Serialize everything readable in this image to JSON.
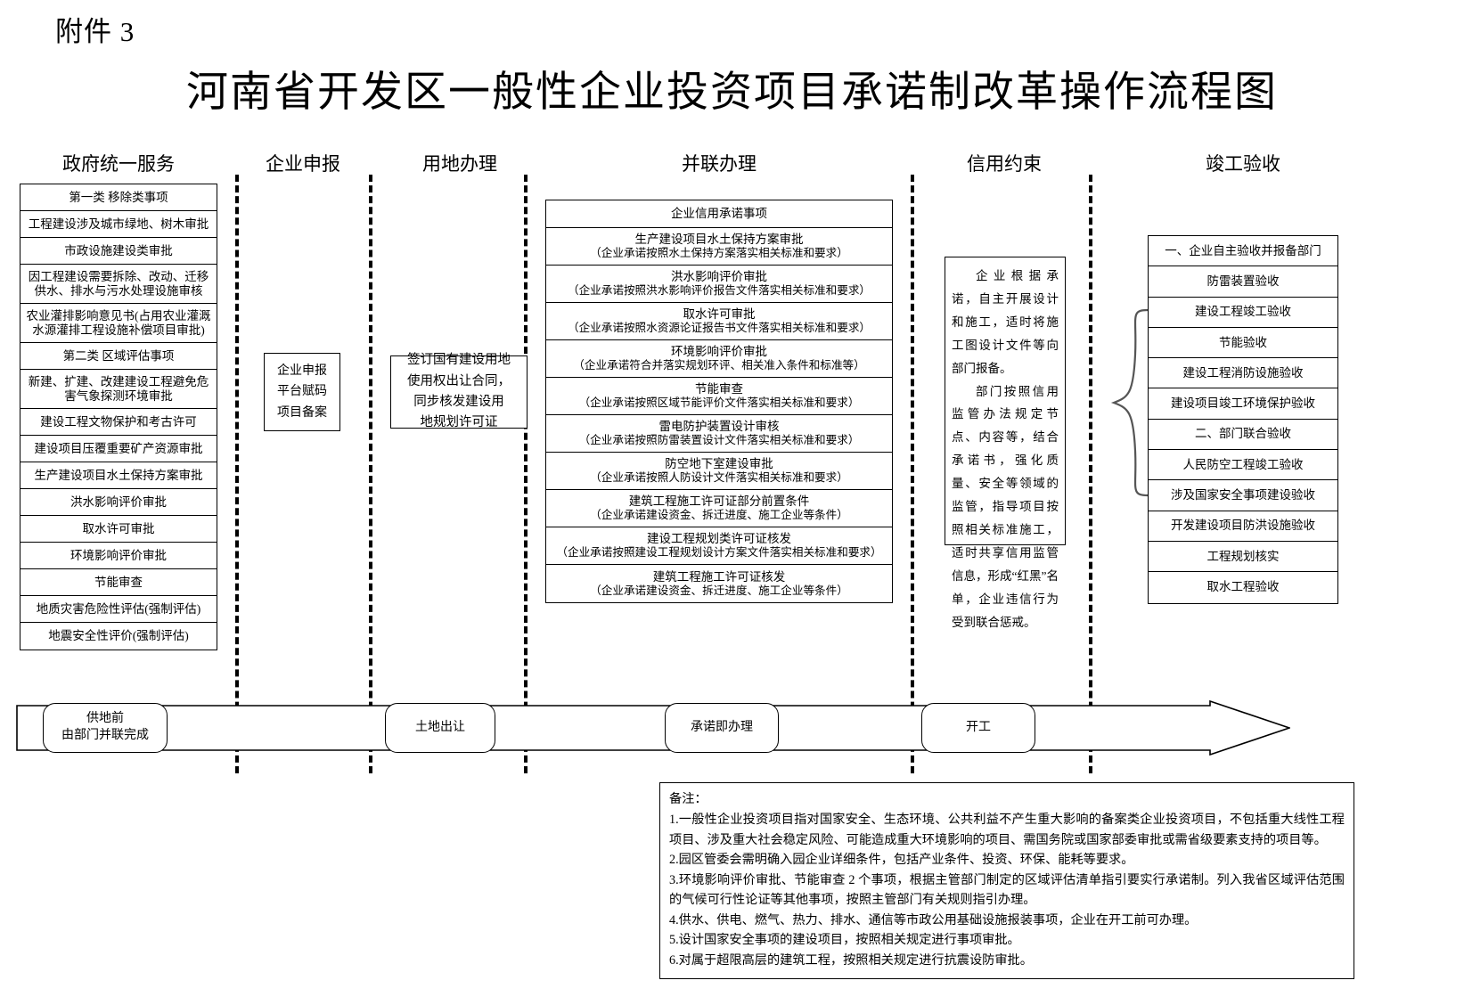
{
  "attachment_label": "附件 3",
  "title": "河南省开发区一般性企业投资项目承诺制改革操作流程图",
  "columns": {
    "gov_service": "政府统一服务",
    "enterprise_declare": "企业申报",
    "land_handling": "用地办理",
    "parallel_handling": "并联办理",
    "credit_constraint": "信用约束",
    "completion_acceptance": "竣工验收"
  },
  "gov_service_items": [
    "第一类  移除类事项",
    "工程建设涉及城市绿地、树木审批",
    "市政设施建设类审批",
    "因工程建设需要拆除、改动、迁移供水、排水与污水处理设施审核",
    "农业灌排影响意见书(占用农业灌溉水源灌排工程设施补偿项目审批)",
    "第二类  区域评估事项",
    "新建、扩建、改建建设工程避免危害气象探测环境审批",
    "建设工程文物保护和考古许可",
    "建设项目压覆重要矿产资源审批",
    "生产建设项目水土保持方案审批",
    "洪水影响评价审批",
    "取水许可审批",
    "环境影响评价审批",
    "节能审查",
    "地质灾害危险性评估(强制评估)",
    "地震安全性评价(强制评估)"
  ],
  "enterprise_declare_lines": [
    "企业申报",
    "平台赋码",
    "项目备案"
  ],
  "land_handling_lines": [
    "签订国有建设用地",
    "使用权出让合同，",
    "同步核发建设用",
    "地规划许可证"
  ],
  "parallel_items": [
    {
      "title": "企业信用承诺事项",
      "sub": ""
    },
    {
      "title": "生产建设项目水土保持方案审批",
      "sub": "（企业承诺按照水土保持方案落实相关标准和要求）"
    },
    {
      "title": "洪水影响评价审批",
      "sub": "（企业承诺按照洪水影响评价报告文件落实相关标准和要求）"
    },
    {
      "title": "取水许可审批",
      "sub": "（企业承诺按照水资源论证报告书文件落实相关标准和要求）"
    },
    {
      "title": "环境影响评价审批",
      "sub": "（企业承诺符合并落实规划环评、相关准入条件和标准等）"
    },
    {
      "title": "节能审查",
      "sub": "（企业承诺按照区域节能评价文件落实相关标准和要求）"
    },
    {
      "title": "雷电防护装置设计审核",
      "sub": "（企业承诺按照防雷装置设计文件落实相关标准和要求）"
    },
    {
      "title": "防空地下室建设审批",
      "sub": "（企业承诺按照人防设计文件落实相关标准和要求）"
    },
    {
      "title": "建筑工程施工许可证部分前置条件",
      "sub": "（企业承诺建设资金、拆迁进度、施工企业等条件）"
    },
    {
      "title": "建设工程规划类许可证核发",
      "sub": "（企业承诺按照建设工程规划设计方案文件落实相关标准和要求）"
    },
    {
      "title": "建筑工程施工许可证核发",
      "sub": "（企业承诺建设资金、拆迁进度、施工企业等条件）"
    }
  ],
  "credit_paragraphs": [
    "企业根据承诺，自主开展设计和施工，适时将施工图设计文件等向部门报备。",
    "部门按照信用监管办法规定节点、内容等，结合承诺书，强化质量、安全等领域的监管，指导项目按照相关标准施工，适时共享信用监管信息，形成“红黑”名单，企业违信行为受到联合惩戒。"
  ],
  "acceptance_items": [
    "一、企业自主验收并报备部门",
    "防雷装置验收",
    "建设工程竣工验收",
    "节能验收",
    "建设工程消防设施验收",
    "建设项目竣工环境保护验收",
    "二、部门联合验收",
    "人民防空工程竣工验收",
    "涉及国家安全事项建设验收",
    "开发建设项目防洪设施验收",
    "工程规划核实",
    "取水工程验收"
  ],
  "timeline_stages": [
    {
      "line1": "供地前",
      "line2": "由部门并联完成"
    },
    {
      "line1": "土地出让",
      "line2": ""
    },
    {
      "line1": "承诺即办理",
      "line2": ""
    },
    {
      "line1": "开工",
      "line2": ""
    }
  ],
  "notes_title": "备注：",
  "notes": [
    "1.一般性企业投资项目指对国家安全、生态环境、公共利益不产生重大影响的备案类企业投资项目，不包括重大线性工程项目、涉及重大社会稳定风险、可能造成重大环境影响的项目、需国务院或国家部委审批或需省级要素支持的项目等。",
    "2.园区管委会需明确入园企业详细条件，包括产业条件、投资、环保、能耗等要求。",
    "3.环境影响评价审批、节能审查 2 个事项，根据主管部门制定的区域评估清单指引要实行承诺制。列入我省区域评估范围的气候可行性论证等其他事项，按照主管部门有关规则指引办理。",
    "4.供水、供电、燃气、热力、排水、通信等市政公用基础设施报装事项，企业在开工前可办理。",
    "5.设计国家安全事项的建设项目，按照相关规定进行事项审批。",
    "6.对属于超限高层的建筑工程，按照相关规定进行抗震设防审批。"
  ]
}
